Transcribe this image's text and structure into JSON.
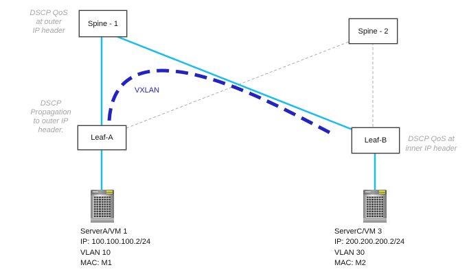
{
  "nodes": {
    "spine1": {
      "label": "Spine - 1"
    },
    "spine2": {
      "label": "Spine - 2"
    },
    "leafA": {
      "label": "Leaf-A"
    },
    "leafB": {
      "label": "Leaf-B"
    }
  },
  "annotations": {
    "outer_qos": {
      "lines": [
        "DSCP QoS",
        "at outer",
        "IP header"
      ]
    },
    "propagation": {
      "lines": [
        "DSCP",
        "Propagation",
        "to outer IP",
        "header."
      ]
    },
    "inner_qos": {
      "lines": [
        "DSCP QoS at",
        "inner IP header"
      ]
    }
  },
  "overlay": {
    "vxlan_label": "VXLAN"
  },
  "servers": {
    "serverA": {
      "name": "ServerA/VM 1",
      "ip": "IP: 100.100.100.2/24",
      "vlan": "VLAN 10",
      "mac": "MAC: M1"
    },
    "serverC": {
      "name": "ServerC/VM 3",
      "ip": "IP: 200.200.200.2/24",
      "vlan": "VLAN 30",
      "mac": "MAC: M2"
    }
  },
  "colors": {
    "link_cyan": "#16bdf2",
    "vxlan_blue": "#2323c2",
    "dashed_gray": "#ababab",
    "annotation_gray": "#a6a6a6"
  }
}
